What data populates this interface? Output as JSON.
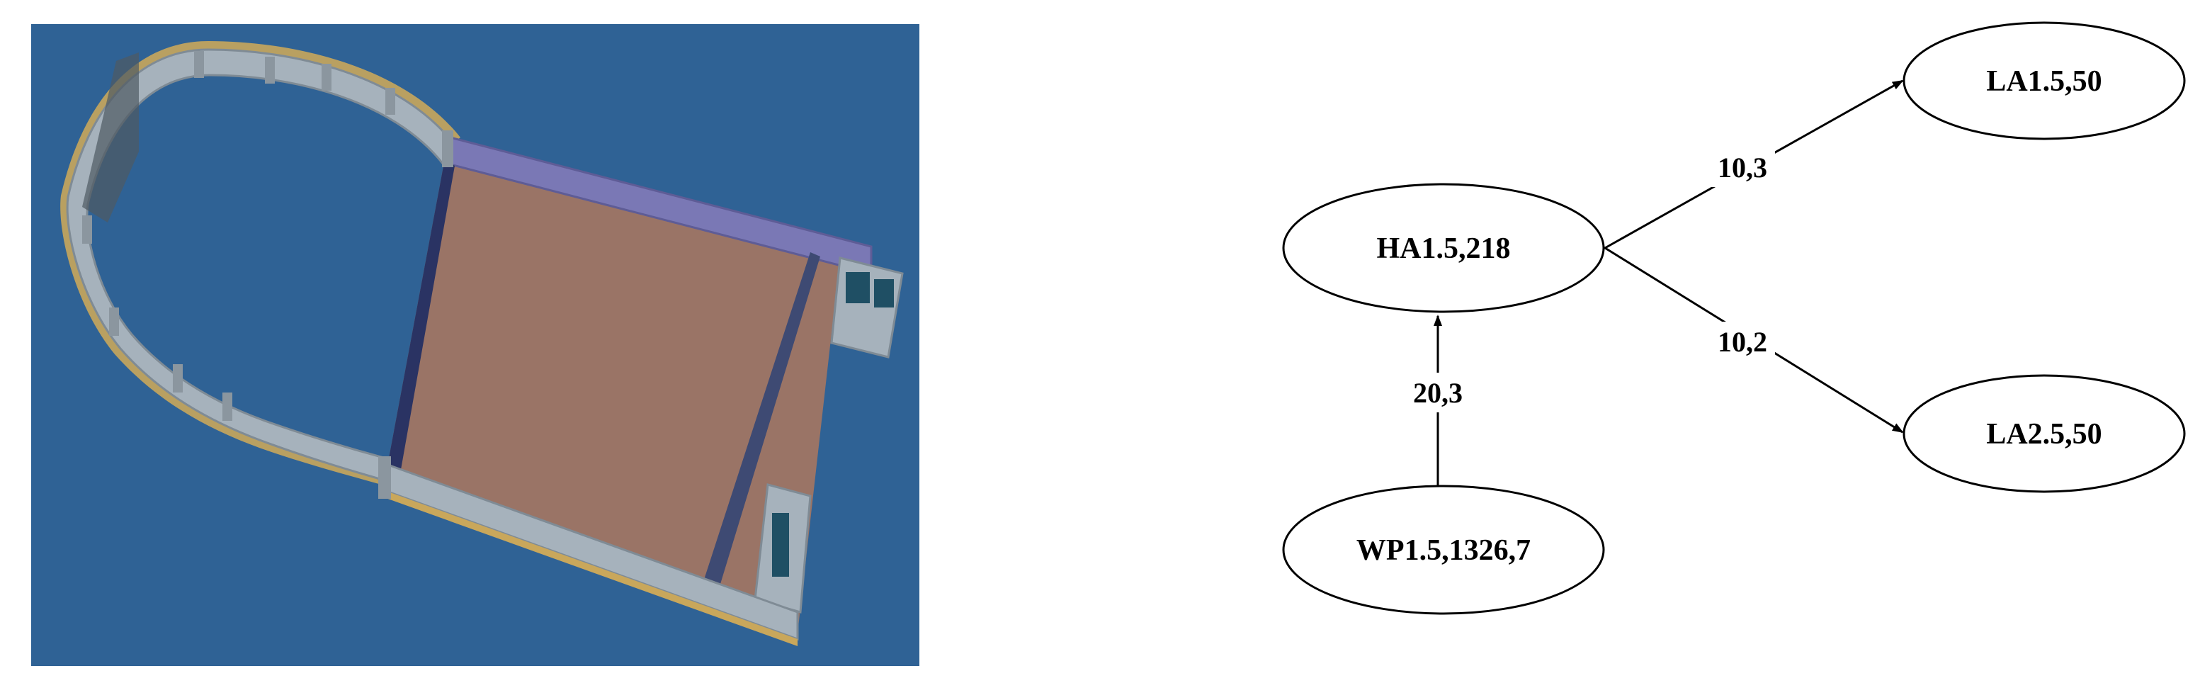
{
  "render": {
    "background_color": "#2f6295",
    "wall_color": "#a6b2bc",
    "floor_color": "#9a7466",
    "glass_color": "#7a78b5"
  },
  "graph": {
    "nodes": {
      "ha": {
        "label": "HA1.5,218"
      },
      "wp": {
        "label": "WP1.5,1326,7"
      },
      "la1": {
        "label": "LA1.5,50"
      },
      "la2": {
        "label": "LA2.5,50"
      }
    },
    "edges": {
      "wp_ha": {
        "label": "20,3",
        "from": "wp",
        "to": "ha"
      },
      "la1_ha": {
        "label": "10,3",
        "from": "ha",
        "to": "la1",
        "bidirectional": true
      },
      "la2_ha": {
        "label": "10,2",
        "from": "ha",
        "to": "la2",
        "bidirectional": true
      }
    }
  }
}
